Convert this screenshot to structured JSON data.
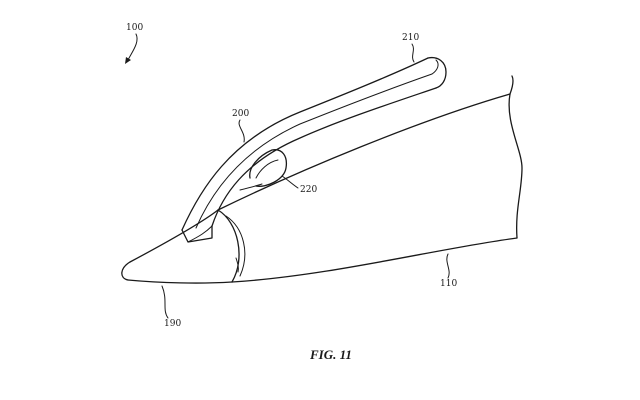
{
  "figure": {
    "caption": "FIG. 11"
  },
  "reference_numerals": {
    "device": "100",
    "clip_arm": "200",
    "clip_end": "210",
    "pivot": "220",
    "tip": "190",
    "barrel": "110"
  }
}
